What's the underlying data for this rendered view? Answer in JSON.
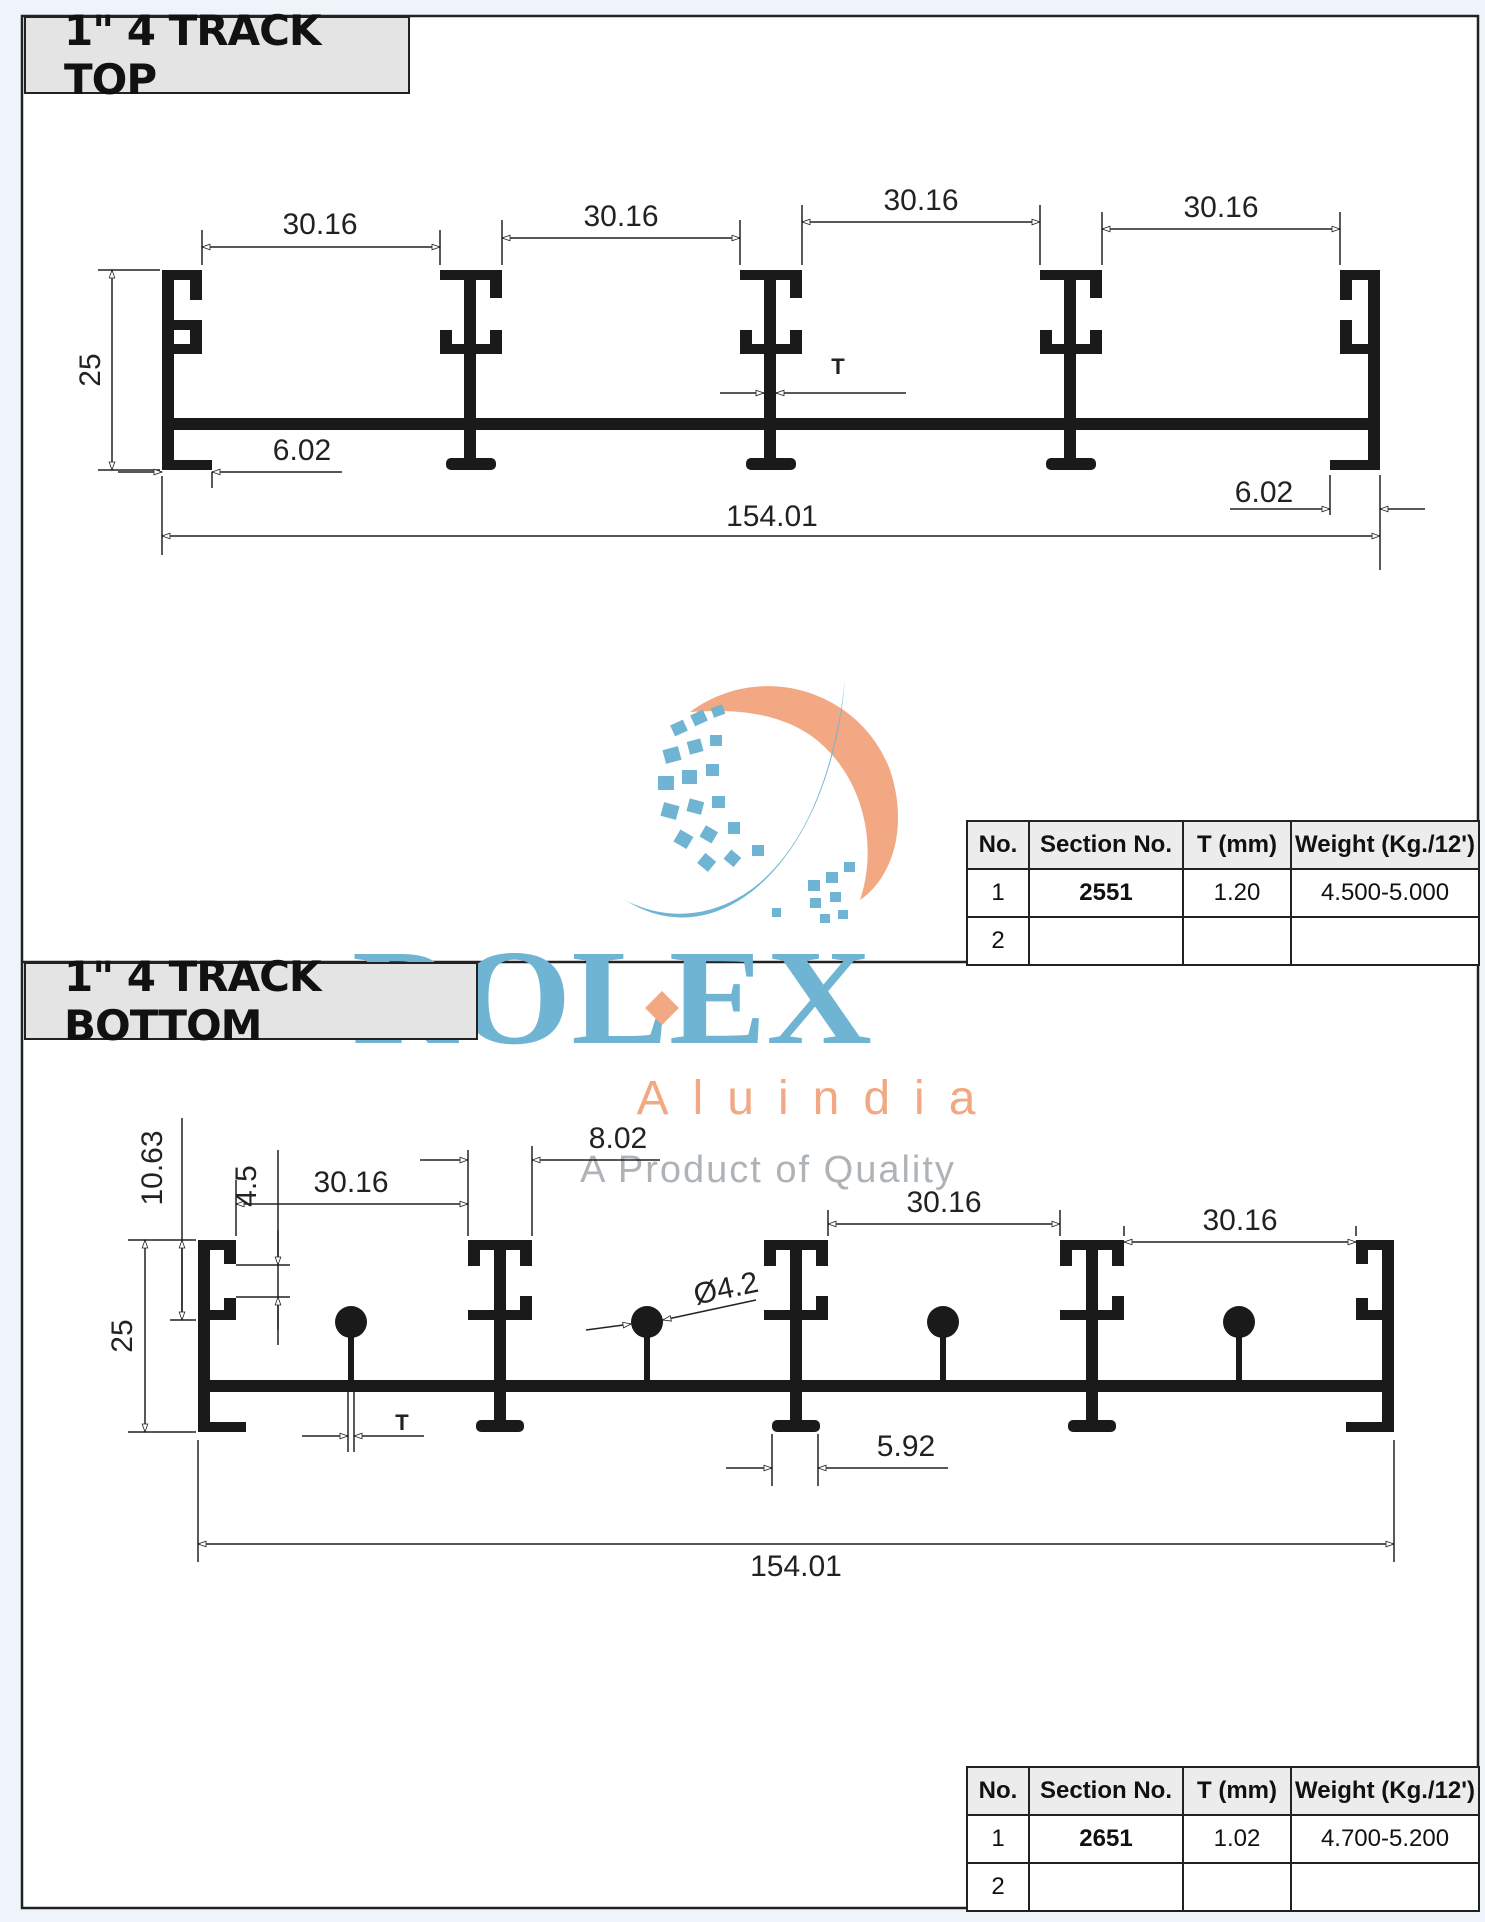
{
  "top": {
    "title": "1\" 4 TRACK TOP",
    "dims": {
      "spacing": [
        "30.16",
        "30.16",
        "30.16",
        "30.16"
      ],
      "height": "25",
      "left_lip": "6.02",
      "right_lip": "6.02",
      "thickness": "T",
      "overall": "154.01"
    },
    "table": {
      "headers": [
        "No.",
        "Section No.",
        "T (mm)",
        "Weight (Kg./12')"
      ],
      "rows": [
        {
          "no": "1",
          "section": "2551",
          "t": "1.20",
          "weight": "4.500-5.000"
        },
        {
          "no": "2",
          "section": "",
          "t": "",
          "weight": ""
        }
      ]
    }
  },
  "bottom": {
    "title": "1\" 4 TRACK BOTTOM",
    "dims": {
      "upper_height": "10.63",
      "slot": "4.5",
      "spacing1": "30.16",
      "flange": "8.02",
      "spacing2": "30.16",
      "spacing3": "30.16",
      "diameter": "Ø4.2",
      "height": "25",
      "thickness": "T",
      "foot": "5.92",
      "overall": "154.01"
    },
    "table": {
      "headers": [
        "No.",
        "Section No.",
        "T (mm)",
        "Weight (Kg./12')"
      ],
      "rows": [
        {
          "no": "1",
          "section": "2651",
          "t": "1.02",
          "weight": "4.700-5.200"
        },
        {
          "no": "2",
          "section": "",
          "t": "",
          "weight": ""
        }
      ]
    }
  },
  "logo": {
    "brand": "ROLEX",
    "sub": "Aluindia",
    "tagline": "A Product of Quality",
    "colors": {
      "blue": "#6fb4d3",
      "orange": "#f2a883"
    }
  }
}
